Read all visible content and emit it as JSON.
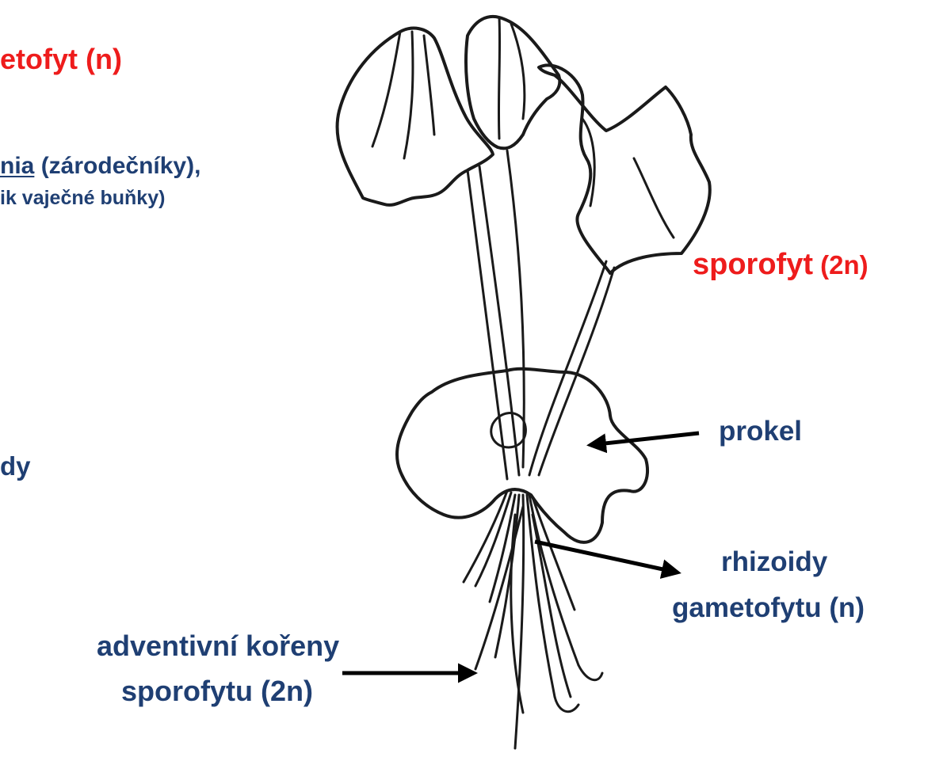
{
  "labels": {
    "gametofyt": "etofyt (n)",
    "archegonia_underlined": "nia",
    "archegonia_rest": " (zárodečníky),",
    "archegonia_sub": "ik vaječné buňky)",
    "rhizoidy_left": "dy",
    "sporofyt_word": "sporofyt",
    "sporofyt_ploidy": " (2n)",
    "prokel": "prokel",
    "rhizoidy": "rhizoidy",
    "gametofytu": "gametofytu (n)",
    "adventivni": "adventivní kořeny",
    "sporofytu": "sporofytu (2n)"
  },
  "colors": {
    "red": "#ee1c1c",
    "blue": "#1f3f73",
    "ink": "#1a1a1a"
  }
}
